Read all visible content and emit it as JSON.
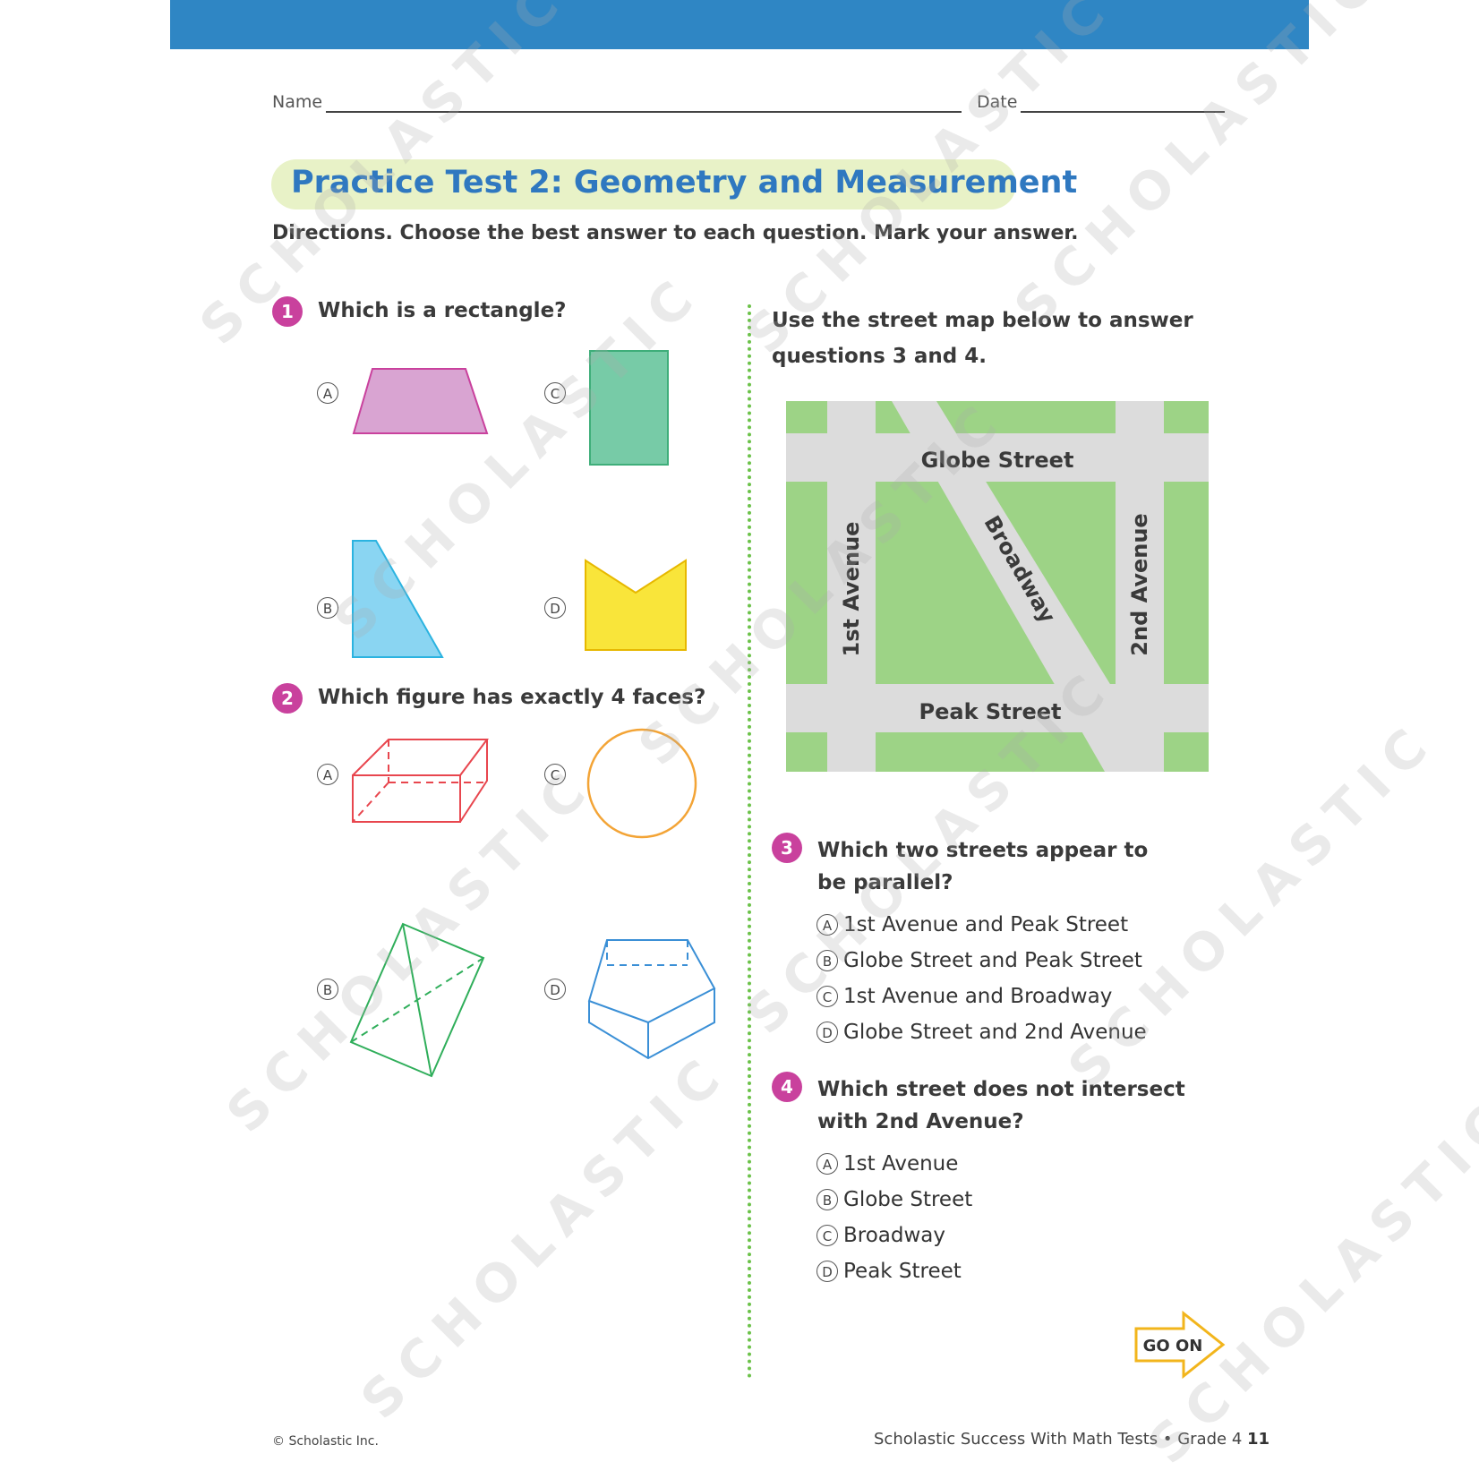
{
  "header": {
    "name_label": "Name",
    "date_label": "Date",
    "bar_color": "#2f86c4"
  },
  "title": "Practice Test 2: Geometry and Measurement",
  "directions": "Directions. Choose the best answer to each question. Mark your answer.",
  "left_column": {
    "q1": {
      "number": "1",
      "text": "Which is a rectangle?",
      "options": [
        {
          "letter": "A",
          "shape": "trapezoid"
        },
        {
          "letter": "B",
          "shape": "right-trapezoid"
        },
        {
          "letter": "C",
          "shape": "rectangle"
        },
        {
          "letter": "D",
          "shape": "notched-pentagon"
        }
      ]
    },
    "q2": {
      "number": "2",
      "text": "Which figure has exactly 4 faces?",
      "options": [
        {
          "letter": "A",
          "shape": "rectangular-prism"
        },
        {
          "letter": "B",
          "shape": "triangular-pyramid"
        },
        {
          "letter": "C",
          "shape": "sphere"
        },
        {
          "letter": "D",
          "shape": "pentagonal-prism"
        }
      ]
    }
  },
  "right_column": {
    "map_intro": [
      "Use the street map below to answer",
      "questions 3 and 4."
    ],
    "map": {
      "streets": {
        "top": "Globe Street",
        "bottom": "Peak Street",
        "left": "1st Avenue",
        "right": "2nd Avenue",
        "diagonal": "Broadway"
      },
      "colors": {
        "grass": "#9dd386",
        "road": "#dcdcdc"
      }
    },
    "q3": {
      "number": "3",
      "text_lines": [
        "Which two streets appear to",
        "be parallel?"
      ],
      "choices": [
        {
          "letter": "A",
          "text": "1st Avenue and Peak Street"
        },
        {
          "letter": "B",
          "text": "Globe Street and Peak Street"
        },
        {
          "letter": "C",
          "text": "1st Avenue and Broadway"
        },
        {
          "letter": "D",
          "text": "Globe Street and 2nd Avenue"
        }
      ]
    },
    "q4": {
      "number": "4",
      "text_lines": [
        "Which street does not intersect",
        "with 2nd Avenue?"
      ],
      "choices": [
        {
          "letter": "A",
          "text": "1st Avenue"
        },
        {
          "letter": "B",
          "text": "Globe Street"
        },
        {
          "letter": "C",
          "text": "Broadway"
        },
        {
          "letter": "D",
          "text": "Peak Street"
        }
      ]
    },
    "go_on": "GO ON"
  },
  "footer": {
    "copyright": "© Scholastic Inc.",
    "book": "Scholastic Success With Math Tests • Grade 4",
    "page": "11"
  },
  "watermark": "SCHOLASTIC",
  "accent_colors": {
    "question_badge": "#c9419d",
    "title": "#2f78c0",
    "divider": "#6cc24a"
  }
}
